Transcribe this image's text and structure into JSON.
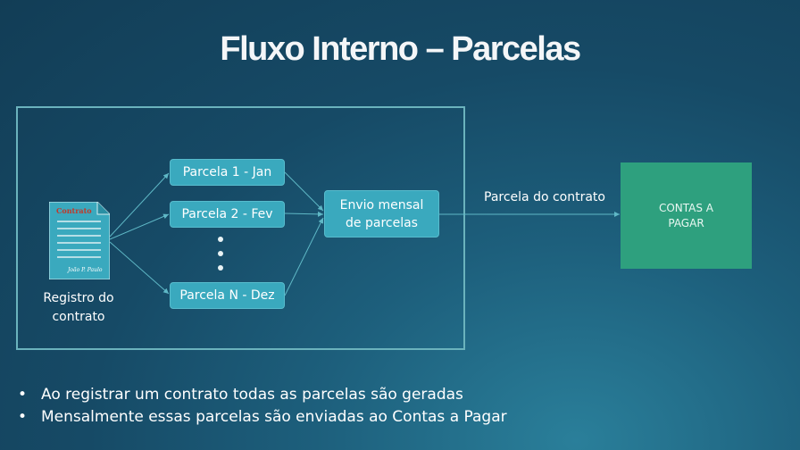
{
  "title": "Fluxo Interno – Parcelas",
  "contract": {
    "doc_label": "Contrato",
    "signature": "João P. Paulo",
    "caption": "Registro do contrato"
  },
  "parcelas": [
    {
      "label": "Parcela 1 - Jan"
    },
    {
      "label": "Parcela 2 - Fev"
    },
    {
      "label": "Parcela N - Dez"
    }
  ],
  "envio": {
    "label": "Envio mensal de parcelas"
  },
  "edge_label": "Parcela do contrato",
  "contas": {
    "label": "CONTAS A PAGAR"
  },
  "bullets": [
    "Ao registrar um contrato todas as parcelas são geradas",
    "Mensalmente essas parcelas são enviadas ao Contas a Pagar"
  ],
  "colors": {
    "box_fill": "#3aa9be",
    "contas_fill": "#2ea07e",
    "frame_border": "#6bb3bd",
    "arrow": "#5fb8c6",
    "background": "#164a66"
  }
}
